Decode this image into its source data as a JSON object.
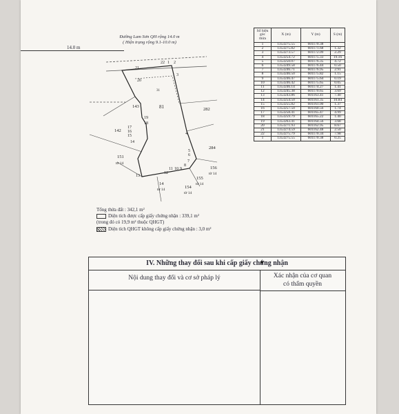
{
  "dimension_left": "14.0 m",
  "street": {
    "line1": "Đường Lam Sơn QH rộng 14.0 m",
    "line2": "( Hiện trạng rộng 9.1-10.0 m)"
  },
  "plan_labels": {
    "parcel": "81",
    "inner_label": "31",
    "points": [
      "21",
      "22",
      "1",
      "2",
      "20",
      "19",
      "18",
      "17",
      "16",
      "15",
      "14",
      "13",
      "12",
      "11",
      "10",
      "9",
      "8",
      "7",
      "6",
      "5",
      "4",
      "3"
    ],
    "neighbors": [
      {
        "id": "143",
        "sheet": ""
      },
      {
        "id": "282",
        "sheet": ""
      },
      {
        "id": "142",
        "sheet": ""
      },
      {
        "id": "284",
        "sheet": ""
      },
      {
        "id": "151",
        "sheet": "tờ 14"
      },
      {
        "id": "156",
        "sheet": "tờ 14"
      },
      {
        "id": "155",
        "sheet": "tờ 14"
      },
      {
        "id": "14",
        "sheet": "tờ 14"
      },
      {
        "id": "154",
        "sheet": "tờ 14"
      }
    ]
  },
  "coord_table": {
    "headers": [
      "Số hiệu góc thửa",
      "X (m)",
      "Y (m)",
      "S (m)"
    ],
    "rows": [
      [
        "1",
        "1353275.55",
        "601170.38",
        ""
      ],
      [
        "2",
        "1353275.82",
        "601171.68",
        "1.32"
      ],
      [
        "3",
        "1353273.57",
        "601172.09",
        "2.29"
      ],
      [
        "4",
        "1353254.72",
        "601175.33",
        "19.16"
      ],
      [
        "5",
        "1353250.07",
        "601176.35",
        "4.72"
      ],
      [
        "6",
        "1353249.58",
        "601176.44",
        "0.50"
      ],
      [
        "7",
        "1353246.71",
        "601176.95",
        "2.91"
      ],
      [
        "8",
        "1353246.50",
        "601175.82",
        "1.15"
      ],
      [
        "9",
        "1353246.47",
        "601175.64",
        "0.19"
      ],
      [
        "10",
        "1353246.42",
        "601175.65",
        "0.05"
      ],
      [
        "11",
        "1353246.14",
        "601174.27",
        "1.41"
      ],
      [
        "12",
        "1353245.38",
        "601170.65",
        "3.69"
      ],
      [
        "13",
        "1353243.86",
        "601163.41",
        "7.40"
      ],
      [
        "14",
        "1353254.50",
        "601161.35",
        "10.84"
      ],
      [
        "15",
        "1353255.82",
        "601161.00",
        "1.37"
      ],
      [
        "16",
        "1353257.50",
        "601160.56",
        "1.74"
      ],
      [
        "17",
        "1353258.41",
        "601165.47",
        "4.99"
      ],
      [
        "18",
        "1353259.79",
        "601165.22",
        "1.40"
      ],
      [
        "19",
        "1353263.41",
        "601164.56",
        "3.68"
      ],
      [
        "20",
        "1353271.93",
        "601162.95",
        "8.67"
      ],
      [
        "21",
        "1353274.59",
        "601162.48",
        "2.50"
      ],
      [
        "22",
        "1353275.79",
        "601170.34",
        "7.98"
      ],
      [
        "1",
        "1353275.55",
        "601170.38",
        "0.25"
      ]
    ]
  },
  "legend": {
    "total": "Tổng thửa đất : 342,1 m²",
    "certified": "Diện tích được cấp giấy chứng nhận : 339,1 m²",
    "certified_note": "(trong đó có 19,9 m² thuộc QHGT)",
    "not_certified": "Diện tích QHGT không cấp giấy chứng nhận : 3,0 m²"
  },
  "section_iv": {
    "title": "IV. Những thay đổi sau khi cấp giấy chứng nhận",
    "col_left": "Nội dung thay đổi và cơ sở pháp lý",
    "col_right_line1": "Xác nhận của cơ quan",
    "col_right_line2": "có thẩm quyền"
  }
}
